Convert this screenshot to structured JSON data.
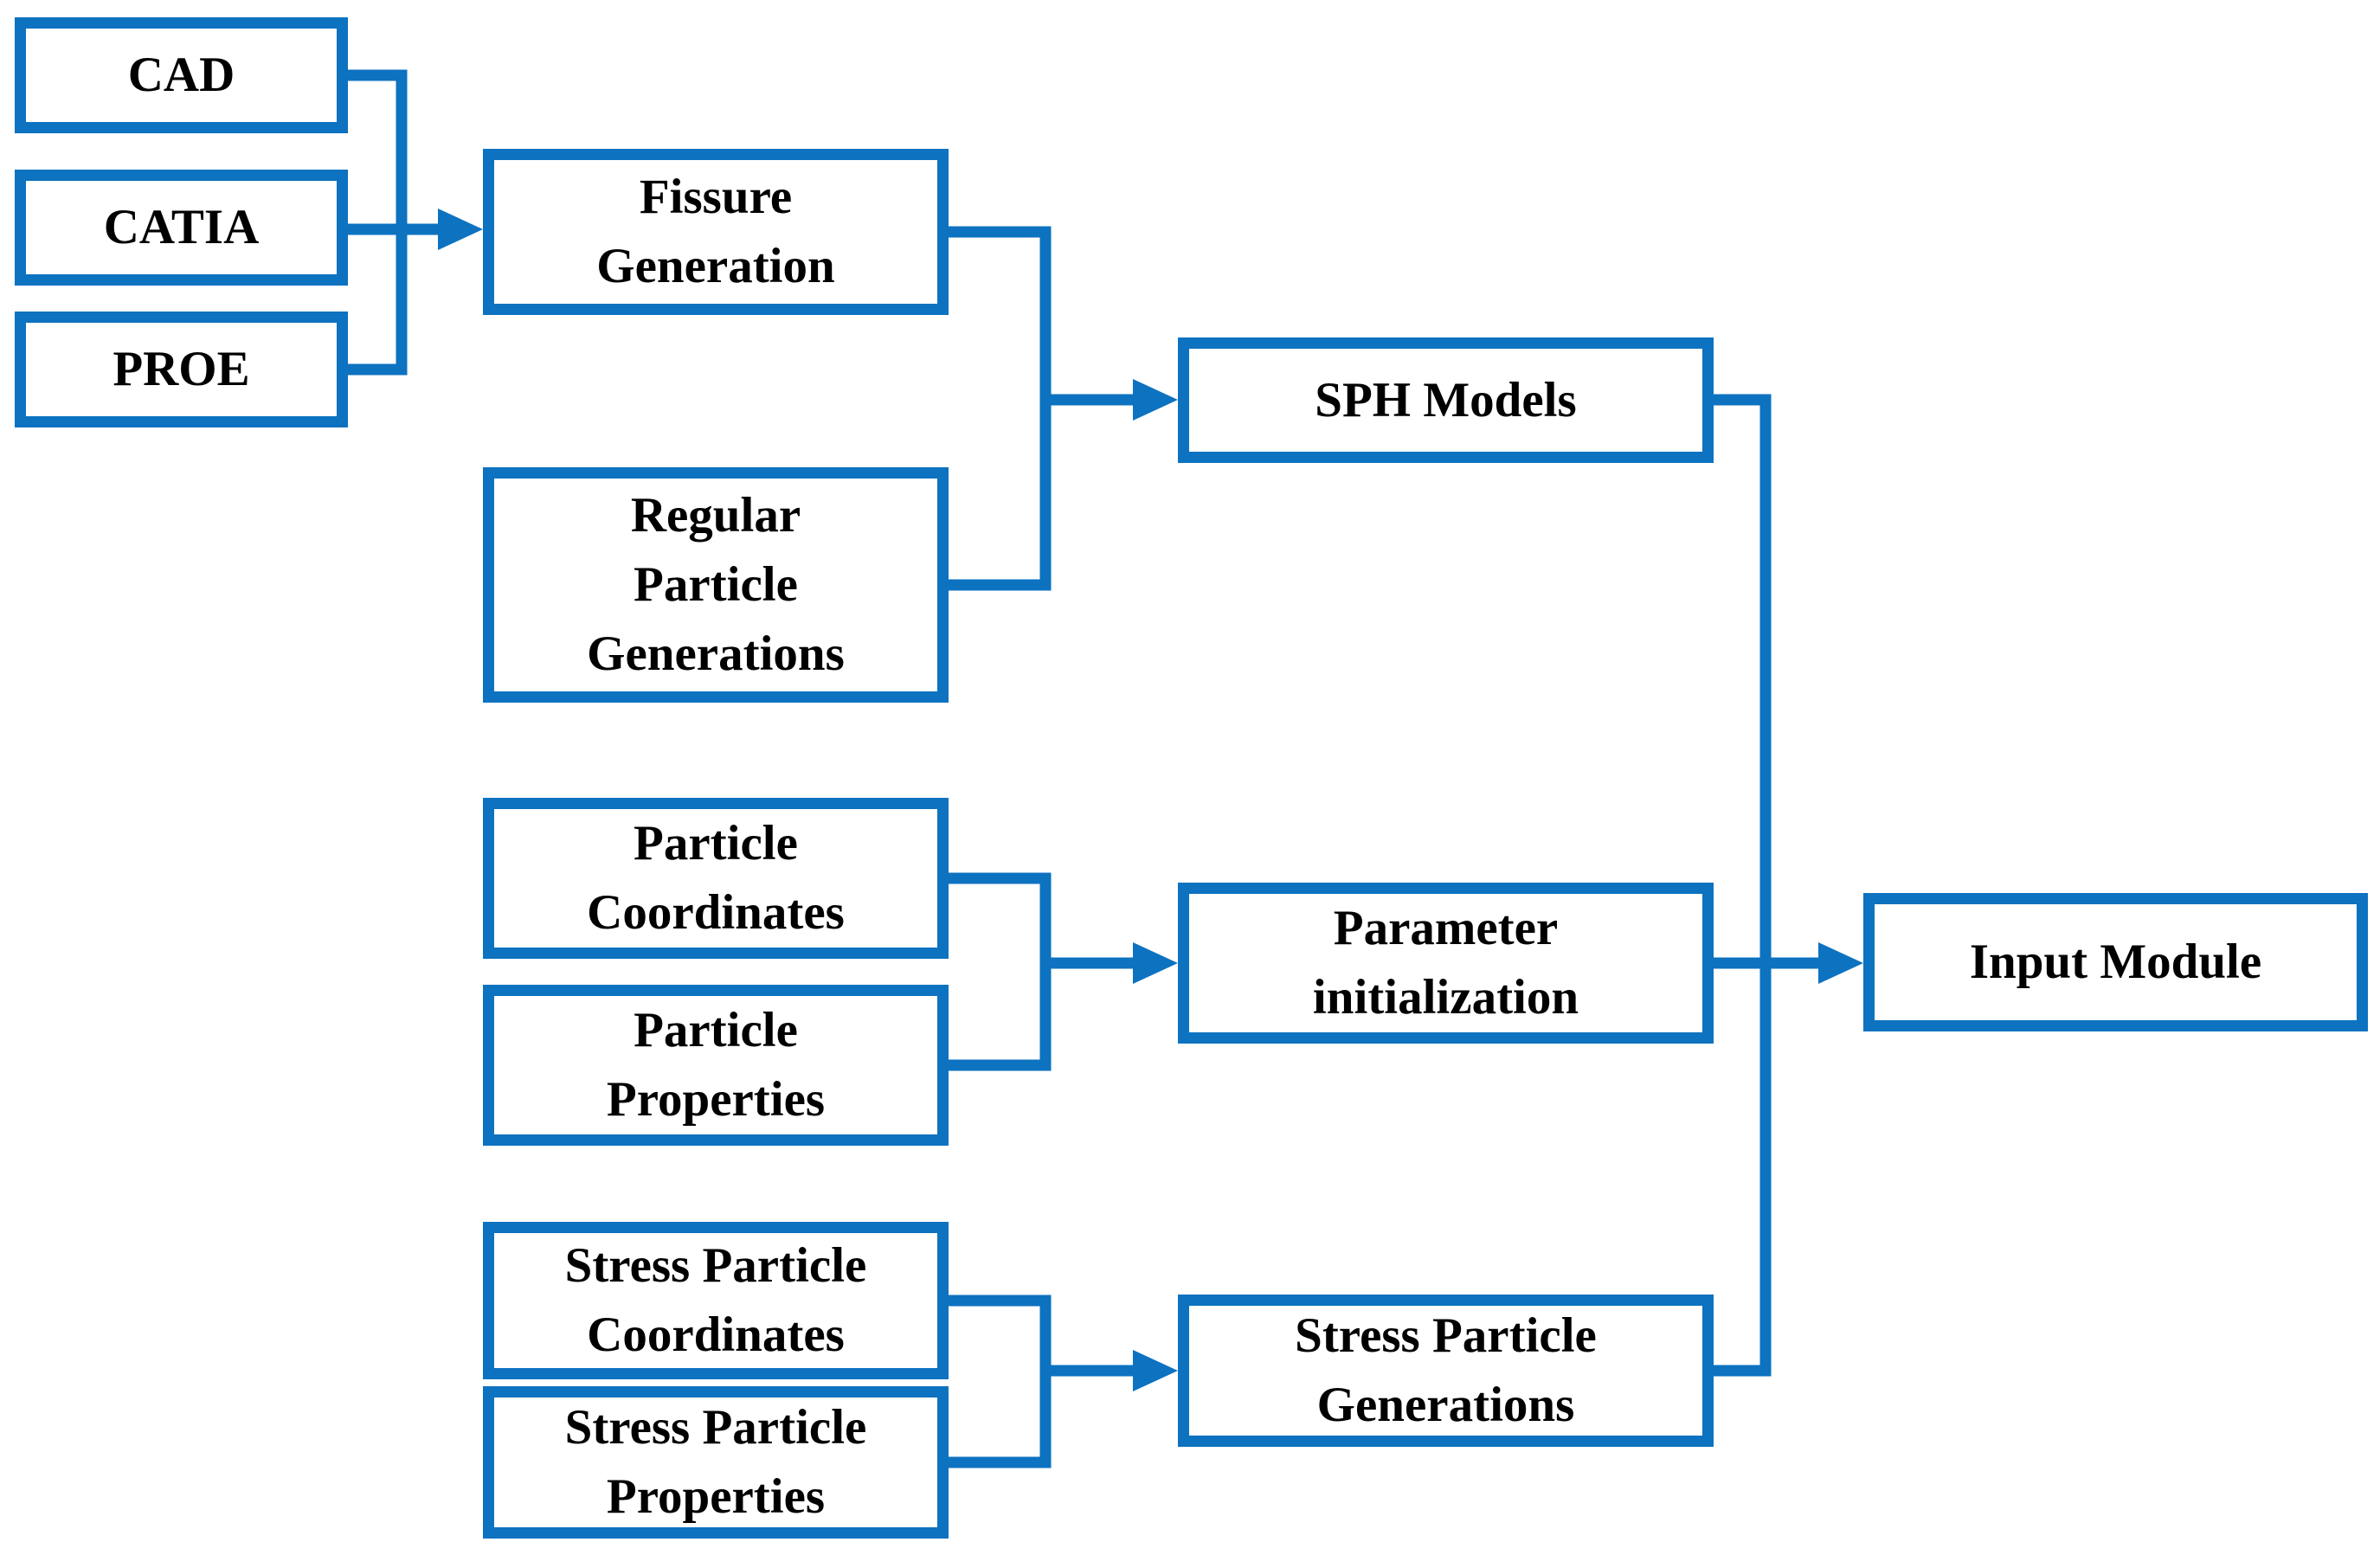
{
  "colors": {
    "accent": "#0d72c0",
    "text": "#000000",
    "node_background": "#ffffff",
    "page_background": "#ffffff"
  },
  "nodes": {
    "cad": {
      "label": "CAD"
    },
    "catia": {
      "label": "CATIA"
    },
    "proe": {
      "label": "PROE"
    },
    "fissure_generation": {
      "label": "Fissure\nGeneration"
    },
    "regular_particle_generations": {
      "label": "Regular\nParticle\nGenerations"
    },
    "sph_models": {
      "label": "SPH Models"
    },
    "particle_coordinates": {
      "label": "Particle\nCoordinates"
    },
    "particle_properties": {
      "label": "Particle\nProperties"
    },
    "parameter_initialization": {
      "label": "Parameter\ninitialization"
    },
    "stress_particle_coordinates": {
      "label": "Stress Particle\nCoordinates"
    },
    "stress_particle_properties": {
      "label": "Stress Particle\nProperties"
    },
    "stress_particle_generations": {
      "label": "Stress Particle\nGenerations"
    },
    "input_module": {
      "label": "Input Module"
    }
  },
  "edges": [
    {
      "from": "cad",
      "to": "fissure_generation",
      "arrow": true
    },
    {
      "from": "catia",
      "to": "fissure_generation",
      "arrow": true
    },
    {
      "from": "proe",
      "to": "fissure_generation",
      "arrow": true
    },
    {
      "from": "fissure_generation",
      "to": "sph_models",
      "arrow": true
    },
    {
      "from": "regular_particle_generations",
      "to": "sph_models",
      "arrow": true
    },
    {
      "from": "particle_coordinates",
      "to": "parameter_initialization",
      "arrow": true
    },
    {
      "from": "particle_properties",
      "to": "parameter_initialization",
      "arrow": true
    },
    {
      "from": "stress_particle_coordinates",
      "to": "stress_particle_generations",
      "arrow": true
    },
    {
      "from": "stress_particle_properties",
      "to": "stress_particle_generations",
      "arrow": true
    },
    {
      "from": "sph_models",
      "to": "input_module",
      "arrow": true
    },
    {
      "from": "parameter_initialization",
      "to": "input_module",
      "arrow": true
    },
    {
      "from": "stress_particle_generations",
      "to": "input_module",
      "arrow": true
    }
  ]
}
